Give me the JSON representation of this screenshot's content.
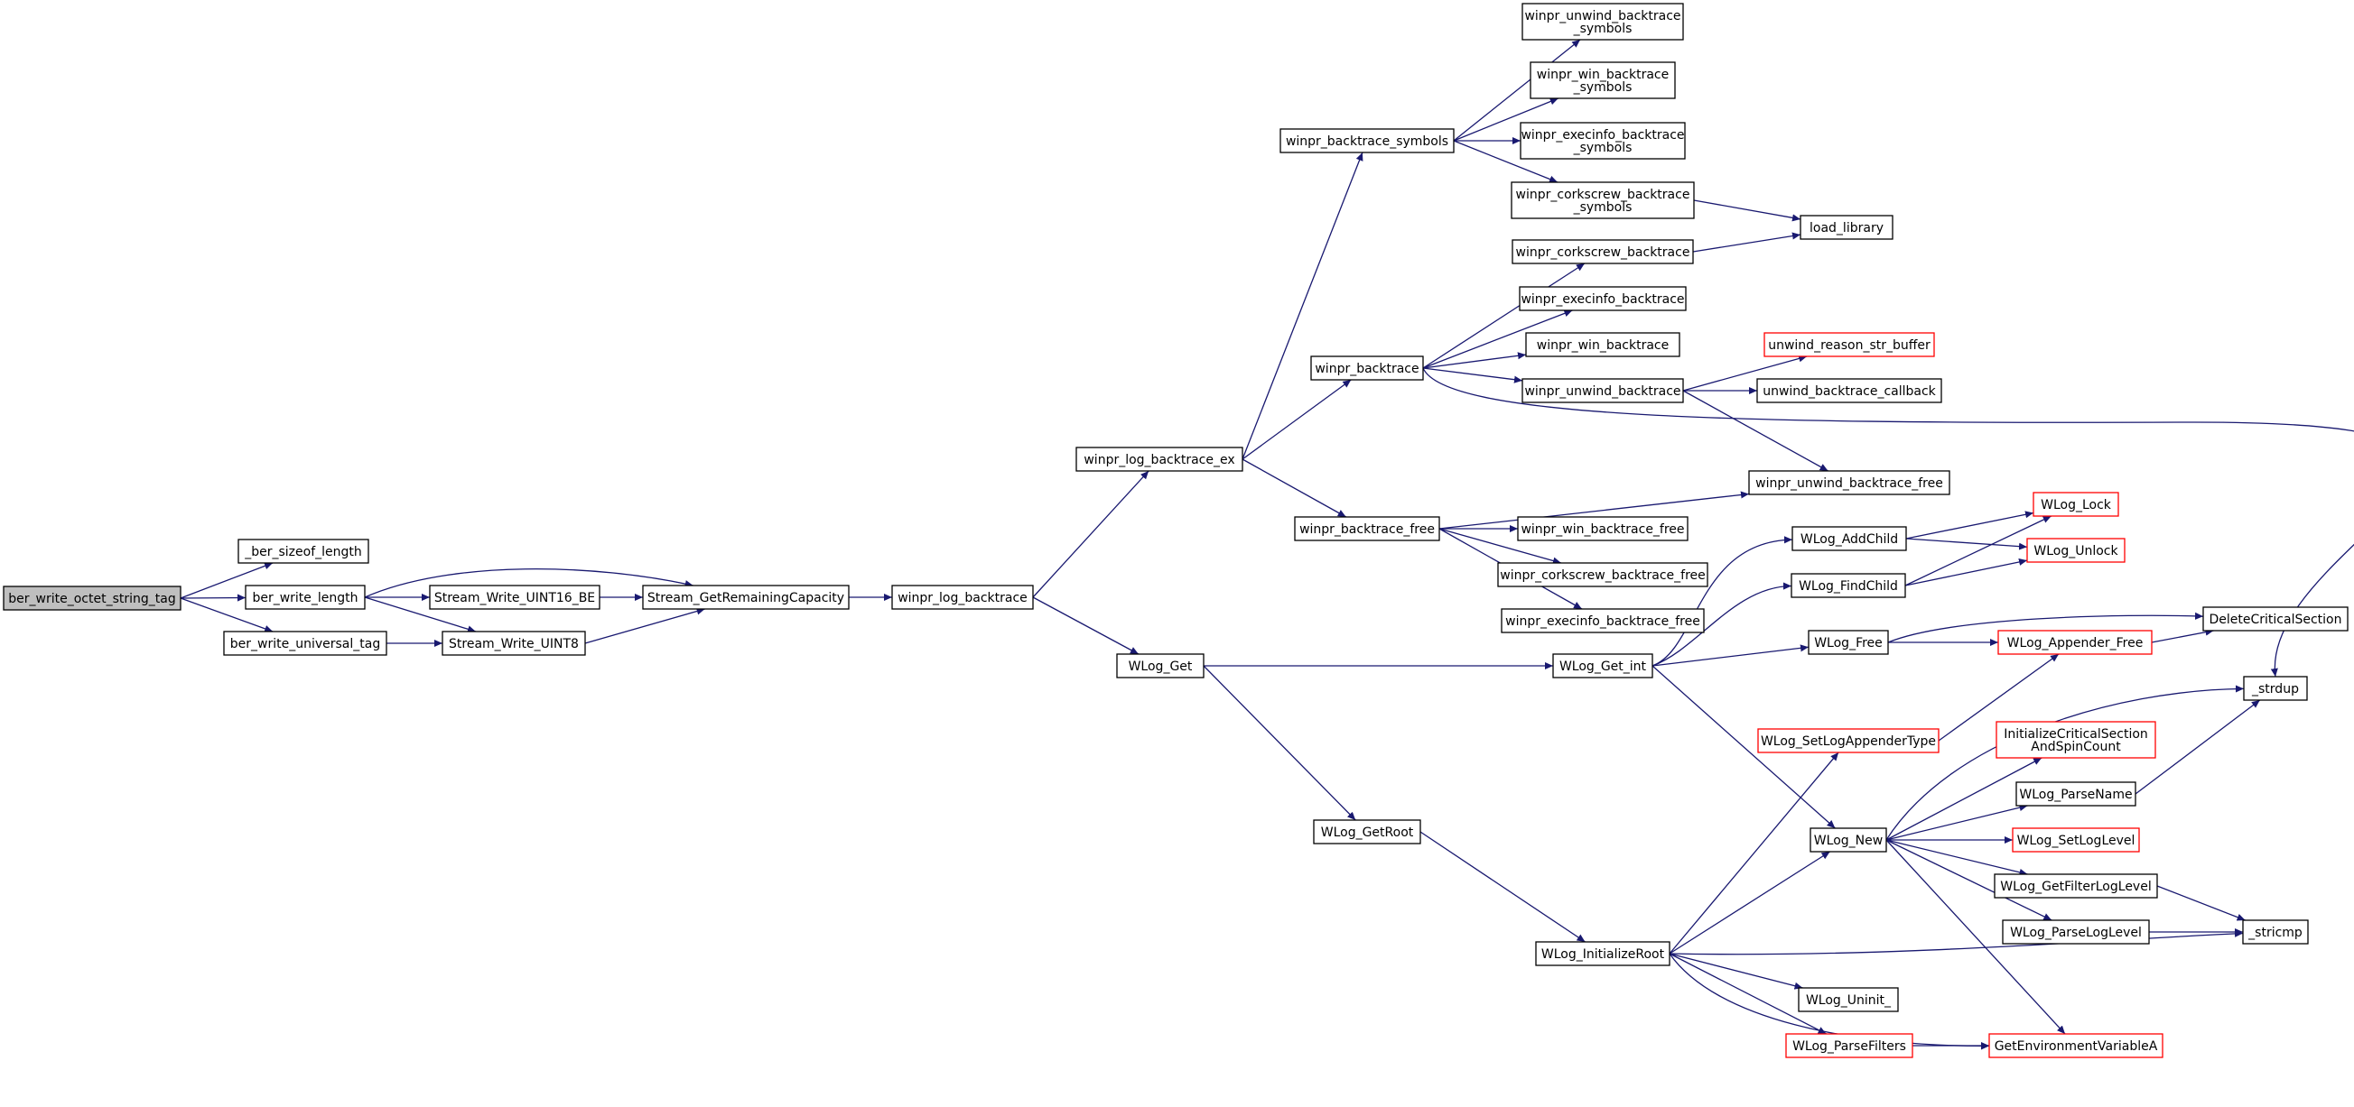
{
  "colors": {
    "edge": "#191970",
    "node_border_normal": "#000000",
    "node_border_truncated": "#ff0000",
    "root_fill": "#bfbfbf",
    "node_fill": "#ffffff"
  },
  "nodes": [
    {
      "id": "ber_write_octet_string_tag",
      "lines": [
        "ber_write_octet_string_tag"
      ],
      "style": "root"
    },
    {
      "id": "_ber_sizeof_length",
      "lines": [
        "_ber_sizeof_length"
      ],
      "style": "normal"
    },
    {
      "id": "ber_write_length",
      "lines": [
        "ber_write_length"
      ],
      "style": "normal"
    },
    {
      "id": "ber_write_universal_tag",
      "lines": [
        "ber_write_universal_tag"
      ],
      "style": "normal"
    },
    {
      "id": "Stream_Write_UINT16_BE",
      "lines": [
        "Stream_Write_UINT16_BE"
      ],
      "style": "normal"
    },
    {
      "id": "Stream_Write_UINT8",
      "lines": [
        "Stream_Write_UINT8"
      ],
      "style": "normal"
    },
    {
      "id": "Stream_GetRemainingCapacity",
      "lines": [
        "Stream_GetRemainingCapacity"
      ],
      "style": "normal"
    },
    {
      "id": "winpr_log_backtrace",
      "lines": [
        "winpr_log_backtrace"
      ],
      "style": "normal"
    },
    {
      "id": "winpr_log_backtrace_ex",
      "lines": [
        "winpr_log_backtrace_ex"
      ],
      "style": "normal"
    },
    {
      "id": "WLog_Get",
      "lines": [
        "WLog_Get"
      ],
      "style": "normal"
    },
    {
      "id": "winpr_backtrace_symbols",
      "lines": [
        "winpr_backtrace_symbols"
      ],
      "style": "normal"
    },
    {
      "id": "winpr_backtrace",
      "lines": [
        "winpr_backtrace"
      ],
      "style": "normal"
    },
    {
      "id": "winpr_backtrace_free",
      "lines": [
        "winpr_backtrace_free"
      ],
      "style": "normal"
    },
    {
      "id": "WLog_GetRoot",
      "lines": [
        "WLog_GetRoot"
      ],
      "style": "normal"
    },
    {
      "id": "winpr_unwind_backtrace_symbols",
      "lines": [
        "winpr_unwind_backtrace",
        "_symbols"
      ],
      "style": "normal"
    },
    {
      "id": "winpr_win_backtrace_symbols",
      "lines": [
        "winpr_win_backtrace",
        "_symbols"
      ],
      "style": "normal"
    },
    {
      "id": "winpr_execinfo_backtrace_symbols",
      "lines": [
        "winpr_execinfo_backtrace",
        "_symbols"
      ],
      "style": "normal"
    },
    {
      "id": "winpr_corkscrew_backtrace_symbols",
      "lines": [
        "winpr_corkscrew_backtrace",
        "_symbols"
      ],
      "style": "normal"
    },
    {
      "id": "winpr_corkscrew_backtrace",
      "lines": [
        "winpr_corkscrew_backtrace"
      ],
      "style": "normal"
    },
    {
      "id": "winpr_execinfo_backtrace",
      "lines": [
        "winpr_execinfo_backtrace"
      ],
      "style": "normal"
    },
    {
      "id": "winpr_win_backtrace",
      "lines": [
        "winpr_win_backtrace"
      ],
      "style": "normal"
    },
    {
      "id": "winpr_unwind_backtrace",
      "lines": [
        "winpr_unwind_backtrace"
      ],
      "style": "normal"
    },
    {
      "id": "winpr_win_backtrace_free",
      "lines": [
        "winpr_win_backtrace_free"
      ],
      "style": "normal"
    },
    {
      "id": "winpr_corkscrew_backtrace_free",
      "lines": [
        "winpr_corkscrew_backtrace_free"
      ],
      "style": "normal"
    },
    {
      "id": "winpr_execinfo_backtrace_free",
      "lines": [
        "winpr_execinfo_backtrace_free"
      ],
      "style": "normal"
    },
    {
      "id": "WLog_Get_int",
      "lines": [
        "WLog_Get_int"
      ],
      "style": "normal"
    },
    {
      "id": "WLog_InitializeRoot",
      "lines": [
        "WLog_InitializeRoot"
      ],
      "style": "normal"
    },
    {
      "id": "load_library",
      "lines": [
        "load_library"
      ],
      "style": "normal"
    },
    {
      "id": "unwind_reason_str_buffer",
      "lines": [
        "unwind_reason_str_buffer"
      ],
      "style": "truncated"
    },
    {
      "id": "unwind_backtrace_callback",
      "lines": [
        "unwind_backtrace_callback"
      ],
      "style": "normal"
    },
    {
      "id": "winpr_unwind_backtrace_free",
      "lines": [
        "winpr_unwind_backtrace_free"
      ],
      "style": "normal"
    },
    {
      "id": "WLog_AddChild",
      "lines": [
        "WLog_AddChild"
      ],
      "style": "normal"
    },
    {
      "id": "WLog_FindChild",
      "lines": [
        "WLog_FindChild"
      ],
      "style": "normal"
    },
    {
      "id": "WLog_Free",
      "lines": [
        "WLog_Free"
      ],
      "style": "normal"
    },
    {
      "id": "WLog_SetLogAppenderType",
      "lines": [
        "WLog_SetLogAppenderType"
      ],
      "style": "truncated"
    },
    {
      "id": "WLog_New",
      "lines": [
        "WLog_New"
      ],
      "style": "normal"
    },
    {
      "id": "WLog_Uninit_",
      "lines": [
        "WLog_Uninit_"
      ],
      "style": "normal"
    },
    {
      "id": "WLog_ParseFilters",
      "lines": [
        "WLog_ParseFilters"
      ],
      "style": "truncated"
    },
    {
      "id": "WLog_Lock",
      "lines": [
        "WLog_Lock"
      ],
      "style": "truncated"
    },
    {
      "id": "WLog_Unlock",
      "lines": [
        "WLog_Unlock"
      ],
      "style": "truncated"
    },
    {
      "id": "WLog_Appender_Free",
      "lines": [
        "WLog_Appender_Free"
      ],
      "style": "truncated"
    },
    {
      "id": "InitializeCriticalSectionAndSpinCount",
      "lines": [
        "InitializeCriticalSection",
        "AndSpinCount"
      ],
      "style": "truncated"
    },
    {
      "id": "WLog_ParseName",
      "lines": [
        "WLog_ParseName"
      ],
      "style": "normal"
    },
    {
      "id": "WLog_SetLogLevel",
      "lines": [
        "WLog_SetLogLevel"
      ],
      "style": "truncated"
    },
    {
      "id": "WLog_GetFilterLogLevel",
      "lines": [
        "WLog_GetFilterLogLevel"
      ],
      "style": "normal"
    },
    {
      "id": "WLog_ParseLogLevel",
      "lines": [
        "WLog_ParseLogLevel"
      ],
      "style": "normal"
    },
    {
      "id": "GetEnvironmentVariableA",
      "lines": [
        "GetEnvironmentVariableA"
      ],
      "style": "truncated"
    },
    {
      "id": "DeleteCriticalSection",
      "lines": [
        "DeleteCriticalSection"
      ],
      "style": "normal"
    },
    {
      "id": "_strdup",
      "lines": [
        "_strdup"
      ],
      "style": "normal"
    },
    {
      "id": "_stricmp",
      "lines": [
        "_stricmp"
      ],
      "style": "normal"
    }
  ],
  "edges": [
    [
      "ber_write_octet_string_tag",
      "_ber_sizeof_length"
    ],
    [
      "ber_write_octet_string_tag",
      "ber_write_length"
    ],
    [
      "ber_write_octet_string_tag",
      "ber_write_universal_tag"
    ],
    [
      "ber_write_length",
      "Stream_GetRemainingCapacity"
    ],
    [
      "ber_write_length",
      "Stream_Write_UINT16_BE"
    ],
    [
      "ber_write_length",
      "Stream_Write_UINT8"
    ],
    [
      "ber_write_universal_tag",
      "Stream_Write_UINT8"
    ],
    [
      "Stream_Write_UINT16_BE",
      "Stream_GetRemainingCapacity"
    ],
    [
      "Stream_Write_UINT8",
      "Stream_GetRemainingCapacity"
    ],
    [
      "Stream_GetRemainingCapacity",
      "winpr_log_backtrace"
    ],
    [
      "winpr_log_backtrace",
      "winpr_log_backtrace_ex"
    ],
    [
      "winpr_log_backtrace",
      "WLog_Get"
    ],
    [
      "winpr_log_backtrace_ex",
      "winpr_backtrace_symbols"
    ],
    [
      "winpr_log_backtrace_ex",
      "winpr_backtrace"
    ],
    [
      "winpr_log_backtrace_ex",
      "winpr_backtrace_free"
    ],
    [
      "winpr_backtrace_symbols",
      "winpr_unwind_backtrace_symbols"
    ],
    [
      "winpr_backtrace_symbols",
      "winpr_win_backtrace_symbols"
    ],
    [
      "winpr_backtrace_symbols",
      "winpr_execinfo_backtrace_symbols"
    ],
    [
      "winpr_backtrace_symbols",
      "winpr_corkscrew_backtrace_symbols"
    ],
    [
      "winpr_corkscrew_backtrace_symbols",
      "load_library"
    ],
    [
      "winpr_corkscrew_backtrace",
      "load_library"
    ],
    [
      "winpr_backtrace",
      "winpr_corkscrew_backtrace"
    ],
    [
      "winpr_backtrace",
      "winpr_execinfo_backtrace"
    ],
    [
      "winpr_backtrace",
      "winpr_win_backtrace"
    ],
    [
      "winpr_backtrace",
      "winpr_unwind_backtrace"
    ],
    [
      "winpr_backtrace",
      "_strdup"
    ],
    [
      "winpr_unwind_backtrace",
      "unwind_reason_str_buffer"
    ],
    [
      "winpr_unwind_backtrace",
      "unwind_backtrace_callback"
    ],
    [
      "winpr_unwind_backtrace",
      "winpr_unwind_backtrace_free"
    ],
    [
      "winpr_backtrace_free",
      "winpr_unwind_backtrace_free"
    ],
    [
      "winpr_backtrace_free",
      "winpr_win_backtrace_free"
    ],
    [
      "winpr_backtrace_free",
      "winpr_corkscrew_backtrace_free"
    ],
    [
      "winpr_backtrace_free",
      "winpr_execinfo_backtrace_free"
    ],
    [
      "WLog_Get",
      "WLog_Get_int"
    ],
    [
      "WLog_Get",
      "WLog_GetRoot"
    ],
    [
      "WLog_GetRoot",
      "WLog_InitializeRoot"
    ],
    [
      "WLog_Get_int",
      "WLog_AddChild"
    ],
    [
      "WLog_Get_int",
      "WLog_FindChild"
    ],
    [
      "WLog_Get_int",
      "WLog_Free"
    ],
    [
      "WLog_Get_int",
      "WLog_New"
    ],
    [
      "WLog_AddChild",
      "WLog_Lock"
    ],
    [
      "WLog_AddChild",
      "WLog_Unlock"
    ],
    [
      "WLog_FindChild",
      "WLog_Lock"
    ],
    [
      "WLog_FindChild",
      "WLog_Unlock"
    ],
    [
      "WLog_Free",
      "DeleteCriticalSection"
    ],
    [
      "WLog_Free",
      "WLog_Appender_Free"
    ],
    [
      "WLog_Appender_Free",
      "DeleteCriticalSection"
    ],
    [
      "WLog_SetLogAppenderType",
      "WLog_Appender_Free"
    ],
    [
      "WLog_New",
      "_strdup"
    ],
    [
      "WLog_New",
      "InitializeCriticalSectionAndSpinCount"
    ],
    [
      "WLog_New",
      "WLog_ParseName"
    ],
    [
      "WLog_New",
      "WLog_SetLogLevel"
    ],
    [
      "WLog_New",
      "WLog_GetFilterLogLevel"
    ],
    [
      "WLog_New",
      "WLog_ParseLogLevel"
    ],
    [
      "WLog_New",
      "GetEnvironmentVariableA"
    ],
    [
      "WLog_ParseName",
      "_strdup"
    ],
    [
      "WLog_GetFilterLogLevel",
      "_stricmp"
    ],
    [
      "WLog_ParseLogLevel",
      "_stricmp"
    ],
    [
      "WLog_InitializeRoot",
      "WLog_SetLogAppenderType"
    ],
    [
      "WLog_InitializeRoot",
      "WLog_New"
    ],
    [
      "WLog_InitializeRoot",
      "_stricmp"
    ],
    [
      "WLog_InitializeRoot",
      "WLog_Uninit_"
    ],
    [
      "WLog_InitializeRoot",
      "GetEnvironmentVariableA"
    ],
    [
      "WLog_InitializeRoot",
      "WLog_ParseFilters"
    ],
    [
      "WLog_ParseFilters",
      "GetEnvironmentVariableA"
    ]
  ]
}
